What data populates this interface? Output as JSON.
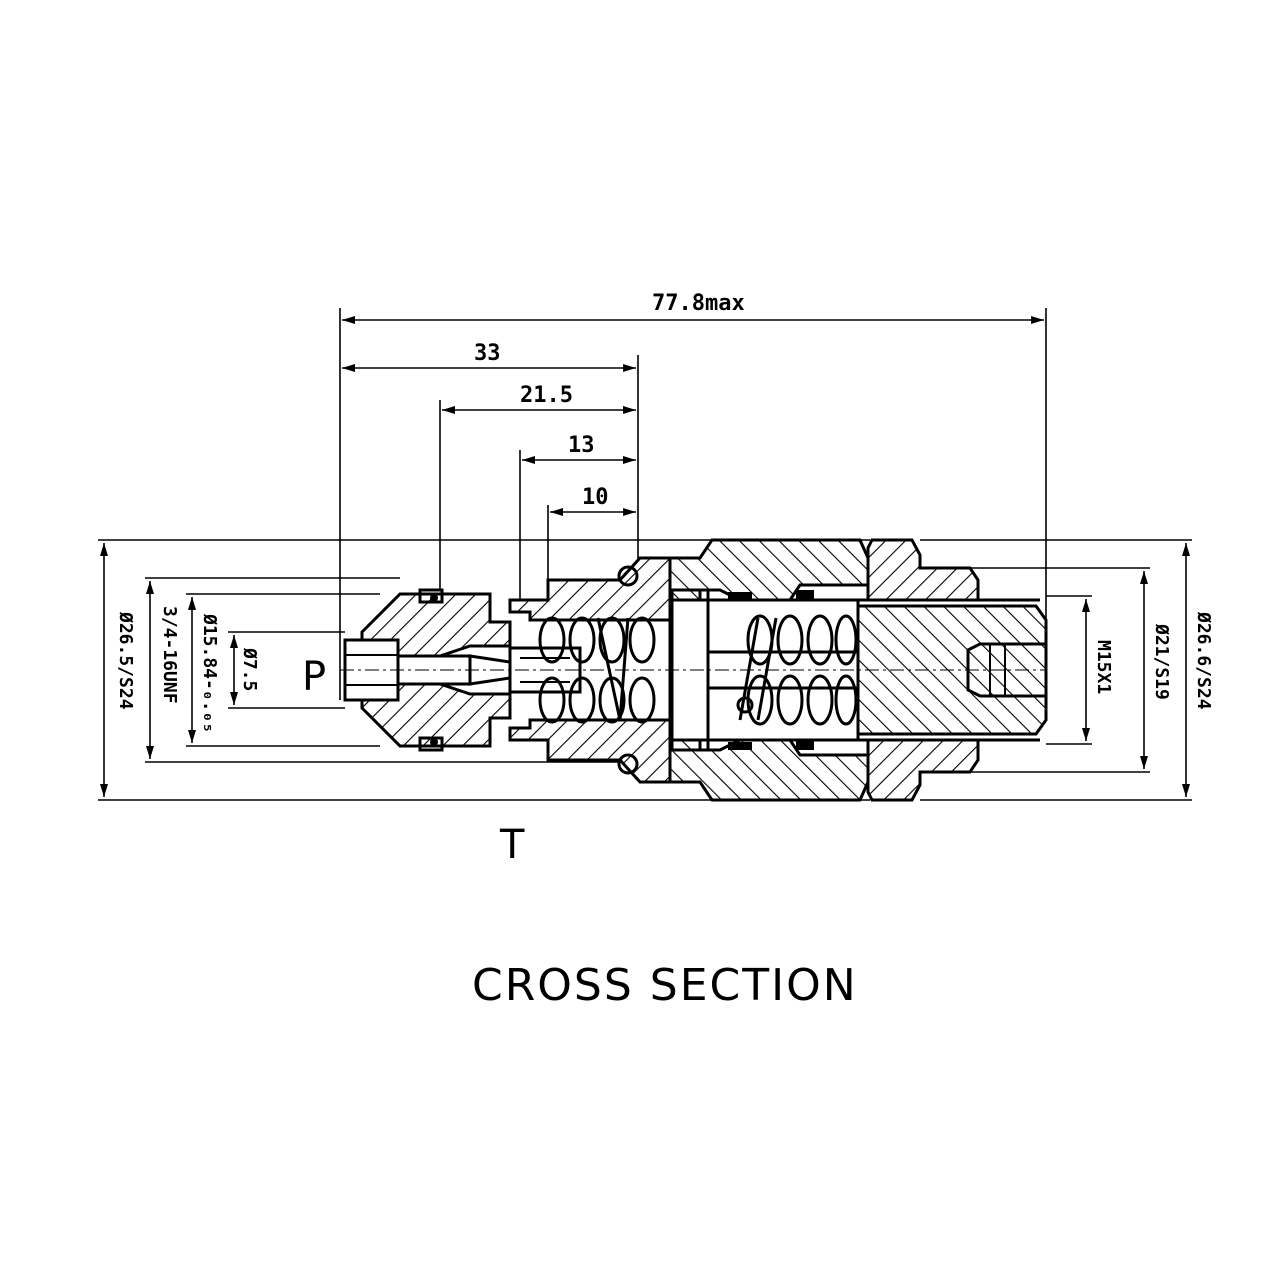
{
  "dimensions": {
    "overall_length": "77.8max",
    "d33": "33",
    "d21_5": "21.5",
    "d13": "13",
    "d10": "10"
  },
  "left_dims": {
    "d1": "Ø26.5/S24",
    "d2": "3/4-16UNF",
    "d3": "Ø15.84-₀.₀₅",
    "d4": "Ø7.5"
  },
  "right_dims": {
    "d1": "M15X1",
    "d2": "Ø21/S19",
    "d3": "Ø26.6/S24"
  },
  "ports": {
    "p": "P",
    "t": "T"
  },
  "title": "CROSS SECTION"
}
